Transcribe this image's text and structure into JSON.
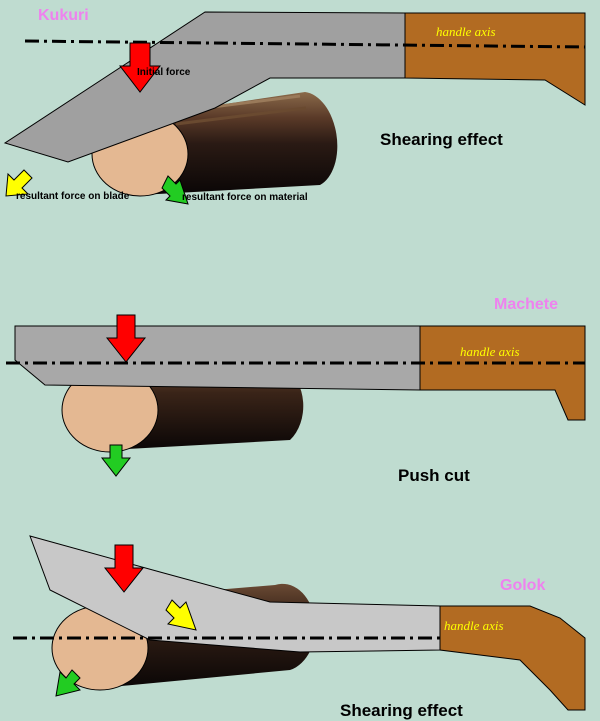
{
  "panels": [
    {
      "name": "Kukuri",
      "handle_label": "handle axis",
      "force_labels": {
        "initial": "Initial force",
        "blade": "resultant force on blade",
        "material": "resultant force on material"
      },
      "caption": "Shearing effect"
    },
    {
      "name": "Machete",
      "handle_label": "handle axis",
      "caption": "Push cut"
    },
    {
      "name": "Golok",
      "handle_label": "handle axis",
      "caption": "Shearing effect"
    }
  ],
  "colors": {
    "background": "#bfdcd0",
    "blade_kukuri": "#a0a0a0",
    "blade_machete": "#a8a8a8",
    "blade_golok": "#c8c8c8",
    "handle": "#b26b22",
    "wood_end": "#e4b892",
    "wood_bark": "#1c1010",
    "arrow_initial": "#ff0000",
    "arrow_blade": "#ffff00",
    "arrow_material": "#22cc22",
    "name_label": "#ee82ee",
    "axis_label": "#ffff00"
  }
}
